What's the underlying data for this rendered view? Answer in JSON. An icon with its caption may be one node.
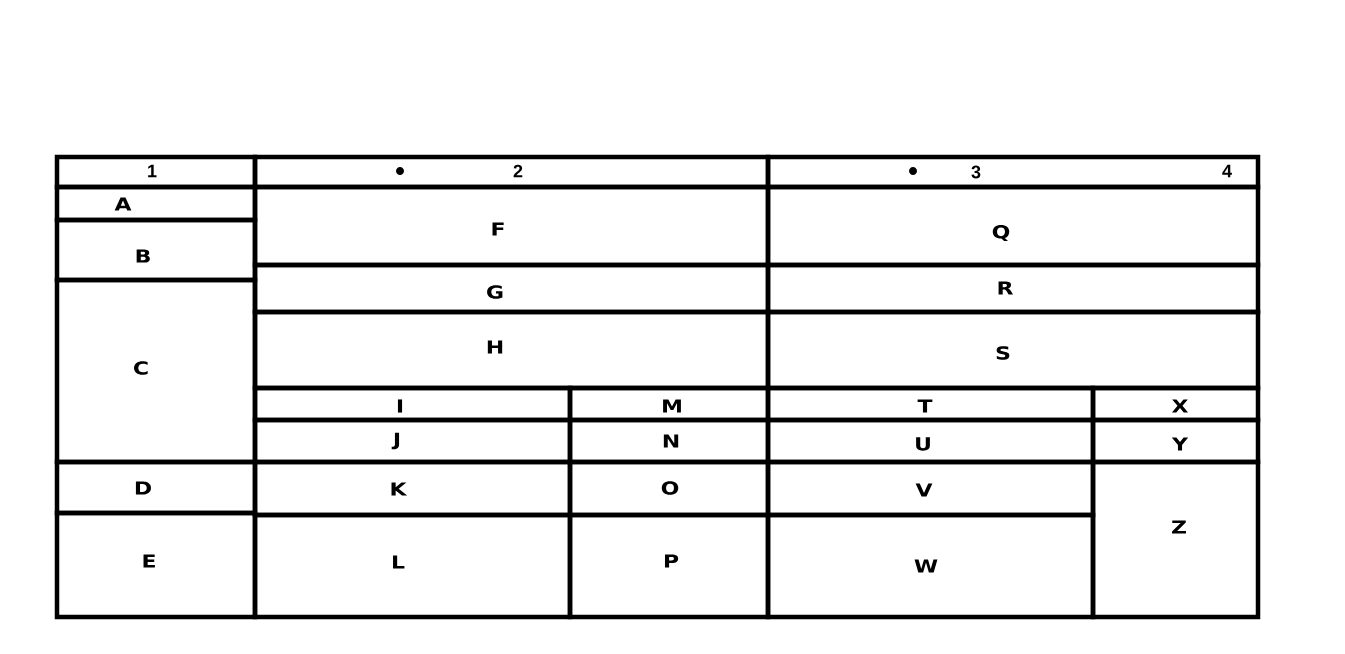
{
  "diagram": {
    "nodes": [
      {
        "text": [
          "1"
        ]
      },
      {
        "text": [
          "2"
        ]
      },
      {
        "text": [
          "3",
          "4"
        ]
      },
      {
        "text": [
          "A"
        ]
      },
      {
        "text": [
          "B"
        ]
      },
      {
        "text": [
          "C"
        ]
      },
      {
        "text": [
          "D"
        ]
      },
      {
        "text": [
          "E"
        ]
      },
      {
        "text": [
          "F"
        ]
      },
      {
        "text": [
          "G"
        ]
      },
      {
        "text": [
          "H"
        ]
      },
      {
        "text": [
          "I"
        ]
      },
      {
        "text": [
          "J"
        ]
      },
      {
        "text": [
          "K"
        ]
      },
      {
        "text": [
          "L"
        ]
      },
      {
        "text": [
          "M"
        ]
      },
      {
        "text": [
          "N"
        ]
      },
      {
        "text": [
          "O"
        ]
      },
      {
        "text": [
          "P"
        ]
      },
      {
        "text": [
          "Q"
        ]
      },
      {
        "text": [
          "R"
        ]
      },
      {
        "text": [
          "S"
        ]
      },
      {
        "text": [
          "T"
        ]
      },
      {
        "text": [
          "U"
        ]
      },
      {
        "text": [
          "V"
        ]
      },
      {
        "text": [
          "W"
        ]
      },
      {
        "text": [
          "X"
        ]
      },
      {
        "text": [
          "Y"
        ]
      },
      {
        "text": [
          "Z"
        ]
      }
    ]
  }
}
